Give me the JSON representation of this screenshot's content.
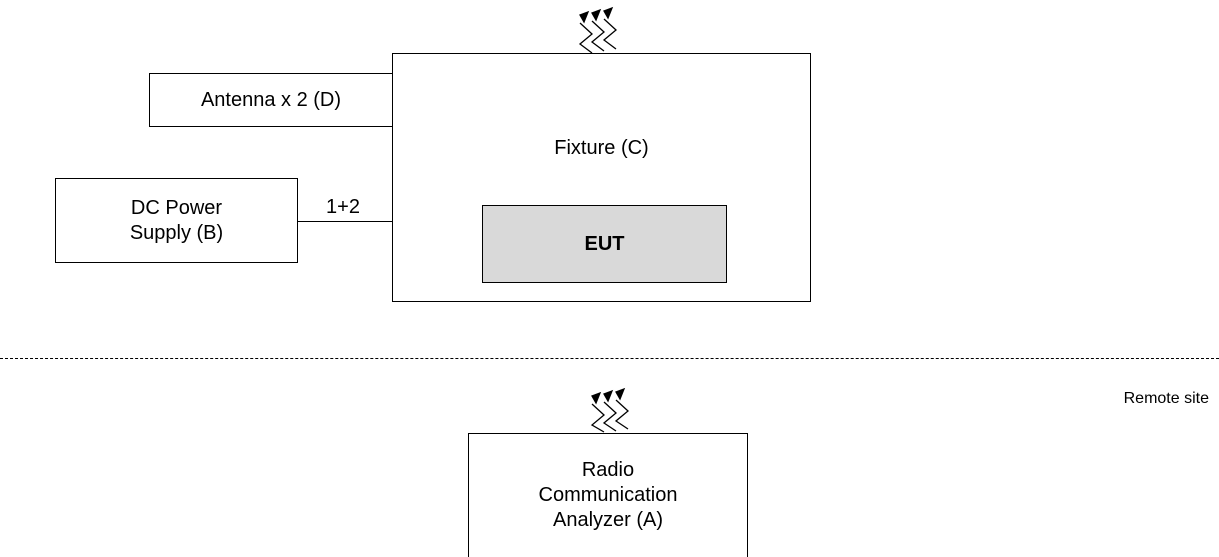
{
  "antenna": {
    "label": "Antenna x 2 (D)"
  },
  "power": {
    "line1": "DC Power",
    "line2": "Supply (B)"
  },
  "connection": {
    "label": "1+2"
  },
  "fixture": {
    "label": "Fixture (C)"
  },
  "eut": {
    "label": "EUT"
  },
  "remote": {
    "label": "Remote site"
  },
  "analyzer": {
    "line1": "Radio",
    "line2": "Communication",
    "line3": "Analyzer (A)"
  },
  "colors": {
    "eut_fill": "#d9d9d9",
    "line": "#000000"
  }
}
